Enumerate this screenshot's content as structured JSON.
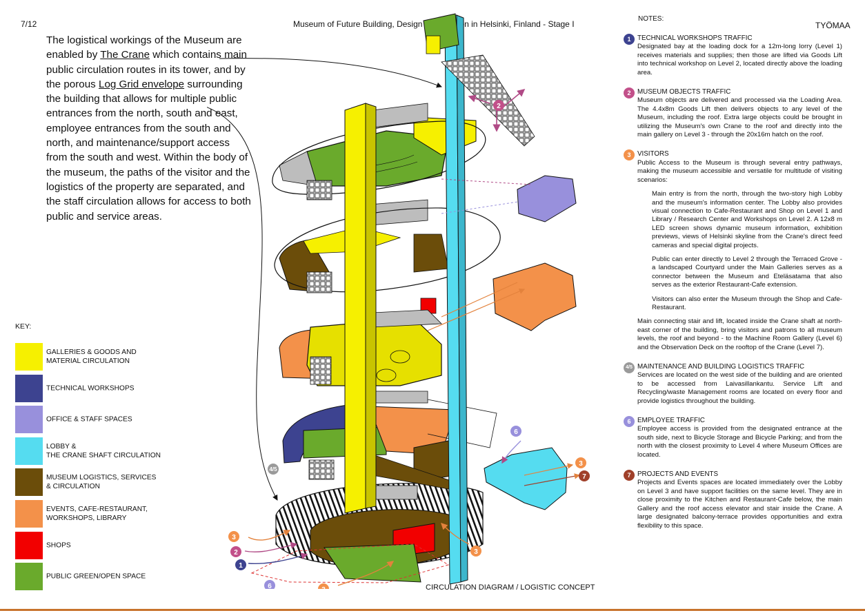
{
  "header": {
    "page_number": "7/12",
    "title": "Museum of Future Building, Design Competition in Helsinki, Finland - Stage I",
    "studio": "TYÖMAA"
  },
  "intro": {
    "t1": "The logistical workings of the Museum are enabled by ",
    "crane": "The Crane",
    "t2": " which contains main public circulation routes in its tower, and by the porous ",
    "log": "Log Grid envelope",
    "t3": " surrounding the building that allows for multiple public entrances from the north, south and east, employee entrances from the south and north, and maintenance/support access from the south and west. Within the body of the museum, the paths of the visitor and the logistics of the property are separated, and the staff circulation allows for access to both public and service areas."
  },
  "key": {
    "title": "KEY:",
    "items": [
      {
        "label": "GALLERIES & GOODS AND\nMATERIAL CIRCULATION",
        "color": "#f6f000"
      },
      {
        "label": "TECHNICAL WORKSHOPS",
        "color": "#3d4390"
      },
      {
        "label": "OFFICE & STAFF SPACES",
        "color": "#9890dc"
      },
      {
        "label": "LOBBY &\nTHE CRANE SHAFT CIRCULATION",
        "color": "#55dcf0"
      },
      {
        "label": "MUSEUM LOGISTICS, SERVICES\n& CIRCULATION",
        "color": "#6b4d0a"
      },
      {
        "label": "EVENTS, CAFE-RESTAURANT,\nWORKSHOPS, LIBRARY",
        "color": "#f3914a"
      },
      {
        "label": "SHOPS",
        "color": "#f20000"
      },
      {
        "label": "PUBLIC GREEN/OPEN SPACE",
        "color": "#6aaa2c"
      }
    ]
  },
  "diagram": {
    "caption": "CIRCULATION DIAGRAM / LOGISTIC CONCEPT",
    "markers": {
      "m1": "1",
      "m2": "2",
      "m3": "3",
      "m45": "4/5",
      "m6": "6",
      "m7": "7"
    }
  },
  "notes": {
    "title": "NOTES:",
    "items": [
      {
        "badge": "1",
        "badge_color": "#3d4390",
        "title": "TECHNICAL WORKSHOPS TRAFFIC",
        "text": "Designated bay at the loading dock for a 12m-long lorry (Level 1) receives materials and supplies; then those are lifted via Goods Lift into technical workshop on Level 2, located directly above the loading area."
      },
      {
        "badge": "2",
        "badge_color": "#c2508a",
        "title": "MUSEUM OBJECTS TRAFFIC",
        "text": "Museum objects are delivered and processed via the Loading Area. The 4.4x8m Goods Lift then delivers objects to any level of the Museum, including the roof. Extra large objects could be brought in utilizing the Museum's own Crane to the roof and directly into the main gallery on Level 3 - through the 20x16m hatch on the roof."
      },
      {
        "badge": "3",
        "badge_color": "#f3914a",
        "title": "VISITORS",
        "text": "Public Access to the Museum is through several entry pathways, making the museum accessible and versatile for multitude of visiting scenarios:",
        "sub1": "Main entry is from the north, through the two-story high Lobby and the museum's information center. The Lobby also provides visual connection to Cafe-Restaurant and Shop on Level 1 and Library / Research Center and Workshops on Level 2. A 12x8 m LED screen shows dynamic museum information, exhibition previews, views of Helsinki skyline from the Crane's direct feed cameras and special digital projects.",
        "sub2": "Public can enter directly to Level 2 through the Terraced Grove - a landscaped Courtyard under the Main Galleries serves as a connector between the Museum and Eteläsatama that also serves as the exterior Restaurant-Cafe extension.",
        "sub3": "Visitors can also enter the Museum through the Shop and Cafe-Restaurant.",
        "sub4": "Main connecting stair and lift, located inside the Crane shaft at north-east corner of the building, bring visitors and patrons to all museum levels, the roof and beyond - to the Machine Room Gallery (Level 6) and the Observation Deck on the rooftop of the Crane (Level 7)."
      },
      {
        "badge": "4/5",
        "badge_color": "#9a9a9a",
        "title": "MAINTENANCE AND BUILDING LOGISTICS TRAFFIC",
        "text": "Services are located on the west side of the building and are oriented to be accessed from Laivasillankantu. Service Lift and Recycling/waste Management rooms are located on every floor and provide logistics throughout the building."
      },
      {
        "badge": "6",
        "badge_color": "#9890dc",
        "title": "EMPLOYEE TRAFFIC",
        "text": "Employee access is provided from the designated entrance at the south side, next to Bicycle Storage and Bicycle Parking; and from the north with the closest proximity to Level 4 where Museum Offices are located."
      },
      {
        "badge": "7",
        "badge_color": "#a0402a",
        "title": "PROJECTS AND EVENTS",
        "text": "Projects and Events spaces are located immediately over the Lobby on Level 3 and have support facilities on the same level. They are in close proximity to the Kitchen and Restaurant-Cafe below, the main Gallery and the roof access elevator and stair inside the Crane. A large designated balcony-terrace provides opportunities and extra flexibility to this space."
      }
    ]
  }
}
